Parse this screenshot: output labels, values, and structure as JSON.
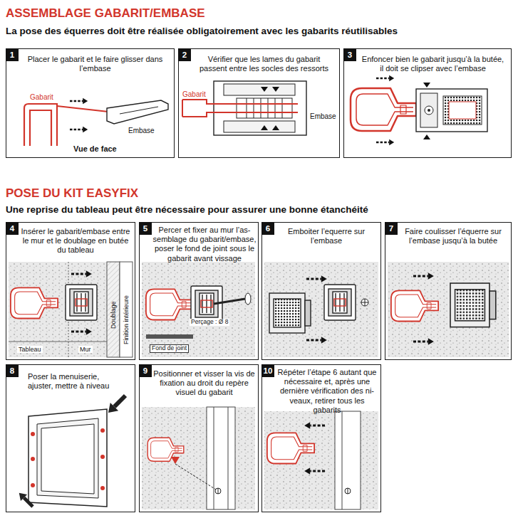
{
  "diagram": {
    "title": "ASSEMBLAGE GABARIT/EMBASE",
    "nodes": [
      {
        "text": [
          "Placer le gabarit et le faire glisser dans l’embase"
        ]
      },
      {
        "text": [
          "1"
        ],
        "in": 0
      },
      {
        "text": [
          "Vérifier que les lames du gabarit passent entre les socles des ressorts"
        ]
      },
      {
        "text": [
          "2"
        ],
        "in": 2
      },
      {
        "text": [
          "Enfoncer bien le gabarit jusqu’à la butée, il doit se clipser avec l’embase"
        ]
      },
      {
        "text": [
          "3"
        ],
        "in": 4
      },
      {
        "text": [
          "Insérer le gabarit/embase entre le mur et le doublage en butée du tableau"
        ]
      },
      {
        "text": [
          "4"
        ],
        "in": 6
      },
      {
        "text": [
          "Percer et fixer au mur l’as- semblage du gabarit/embase, poser le fond de joint sous le gabarit avant vissage"
        ]
      },
      {
        "text": [
          "5"
        ],
        "in": 8
      },
      {
        "text": [
          "Emboiter l’equerre sur l’embase"
        ]
      },
      {
        "text": [
          "6"
        ],
        "in": 10
      },
      {
        "text": [
          "Faire coulisser l’équerre sur l’embase jusqu’à la butée"
        ]
      },
      {
        "text": [
          "7"
        ],
        "in": 12
      },
      {
        "text": [
          "Poser la menuiserie, ajuster, mettre à niveau"
        ]
      },
      {
        "text": [
          "8"
        ],
        "in": 14
      },
      {
        "text": [
          "Positionner et visser la vis de fixation au droit du repère visuel du gabarit"
        ]
      },
      {
        "text": [
          "9"
        ],
        "in": 16
      },
      {
        "text": [
          "Répéter l’étape 6 autant que nécessaire et, après une dernière vérification des ni- veaux, retirer tous les gabarits"
        ]
      },
      {
        "text": [
          "10"
        ],
        "in": 18
      }
    ],
    "labels": [
      "La pose des équerres doit être réalisée obligatoirement avec les gabarits réutilisables",
      "Gabarit",
      "Embase",
      "Vue de face",
      "Gabarit",
      "Embase",
      "POSE DU KIT EASYFIX",
      "Une reprise du tableau peut être nécessaire pour assurer une bonne étanchéité",
      "Doublage",
      "Finition intérieure",
      "Tableau",
      "Mur",
      "Perçage : Ø 8",
      "Fond de joint"
    ]
  }
}
